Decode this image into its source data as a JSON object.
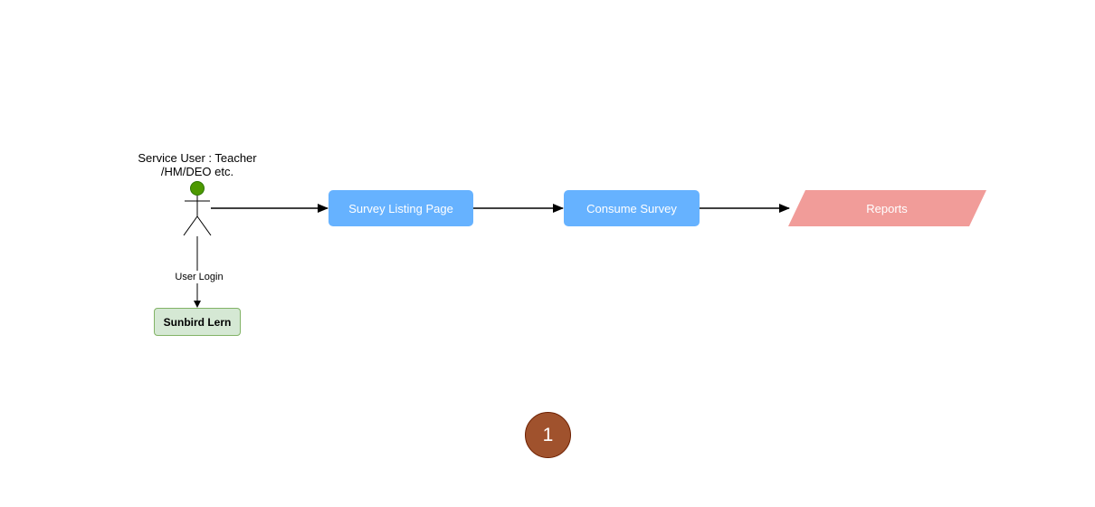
{
  "actor": {
    "label_line1": "Service User : Teacher",
    "label_line2": "/HM/DEO etc.",
    "head_color": "#4d9900"
  },
  "edges": {
    "login_label": "User Login"
  },
  "nodes": {
    "survey_listing": {
      "label": "Survey Listing Page",
      "fill": "#66b2ff"
    },
    "consume_survey": {
      "label": "Consume Survey",
      "fill": "#66b2ff"
    },
    "reports": {
      "label": "Reports",
      "fill": "#f19c99"
    },
    "sunbird_lern": {
      "label": "Sunbird Lern",
      "fill": "#d5e8d4",
      "stroke": "#82b366"
    }
  },
  "step_badge": {
    "number": "1",
    "fill": "#a0522d",
    "stroke": "#6d1f00"
  }
}
